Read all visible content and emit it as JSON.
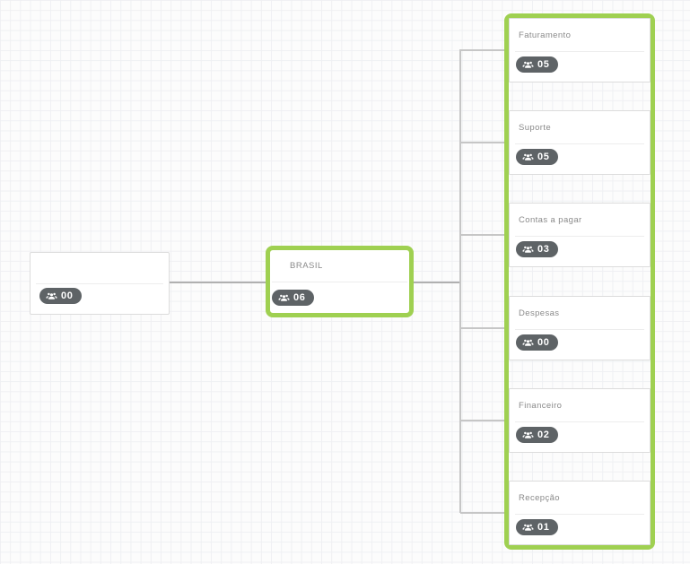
{
  "app": {
    "view": "organization-chart-canvas"
  },
  "colors": {
    "highlight_green": "#9fd051",
    "badge_bg": "#5e6366",
    "badge_text": "#ffffff",
    "node_border": "#dcdcdc",
    "label_text": "#8a8a8a",
    "connector": "#c6c6c6",
    "connector_main": "#b0b0b0",
    "grid_line": "#eff0f3",
    "canvas_bg": "#fcfcfc"
  },
  "chart": {
    "root": {
      "label": "",
      "member_count": "00"
    },
    "selected_node": {
      "label": "BRASIL",
      "member_count": "06"
    },
    "children": [
      {
        "label": "Faturamento",
        "member_count": "05"
      },
      {
        "label": "Suporte",
        "member_count": "05"
      },
      {
        "label": "Contas a pagar",
        "member_count": "03"
      },
      {
        "label": "Despesas",
        "member_count": "00"
      },
      {
        "label": "Financeiro",
        "member_count": "02"
      },
      {
        "label": "Recepção",
        "member_count": "01"
      }
    ]
  },
  "icons": {
    "member_badge": "users-group-icon"
  }
}
